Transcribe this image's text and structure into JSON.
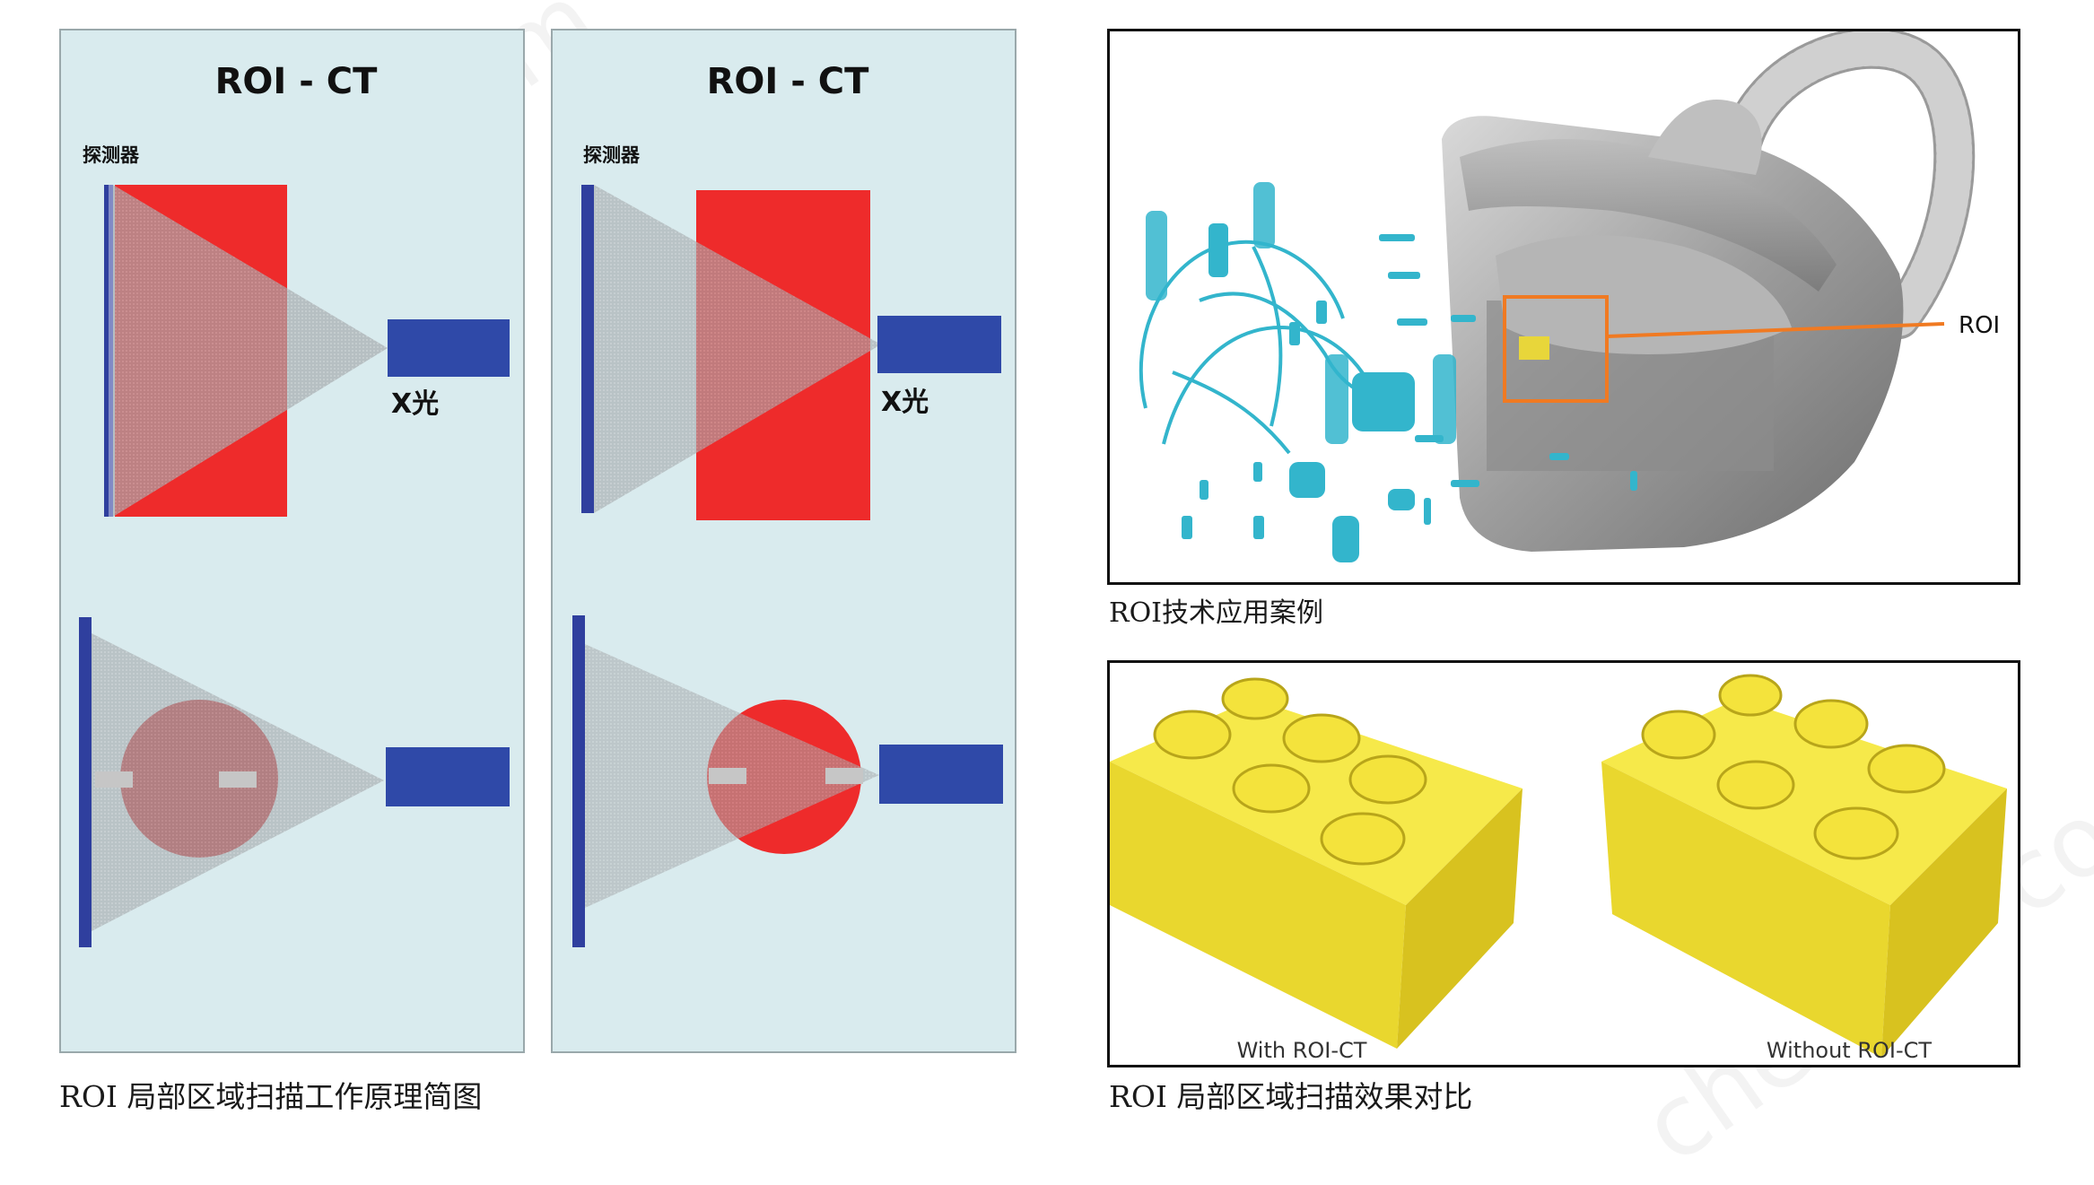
{
  "left_figure": {
    "panels": [
      {
        "title": "ROI - CT",
        "detector_label": "探测器",
        "xray_label": "X光"
      },
      {
        "title": "ROI - CT",
        "detector_label": "探测器",
        "xray_label": "X光"
      }
    ],
    "caption": "ROI 局部区域扫描工作原理简图"
  },
  "right_top": {
    "roi_label": "ROI",
    "caption": "ROI技术应用案例"
  },
  "right_bottom": {
    "left_label": "With ROI-CT",
    "right_label": "Without ROI-CT",
    "caption": "ROI 局部区域扫描效果对比"
  },
  "watermark": "chem17.com",
  "colors": {
    "panel_bg": "#d9ebee",
    "detector_blue": "#2f3f9e",
    "xray_blue": "#2f49a8",
    "object_red": "#ee2b2b",
    "beam_gray": "#9ea3a6",
    "roi_orange": "#f07a22",
    "lego_yellow": "#f2e33a",
    "wire_cyan": "#33b5cc"
  }
}
